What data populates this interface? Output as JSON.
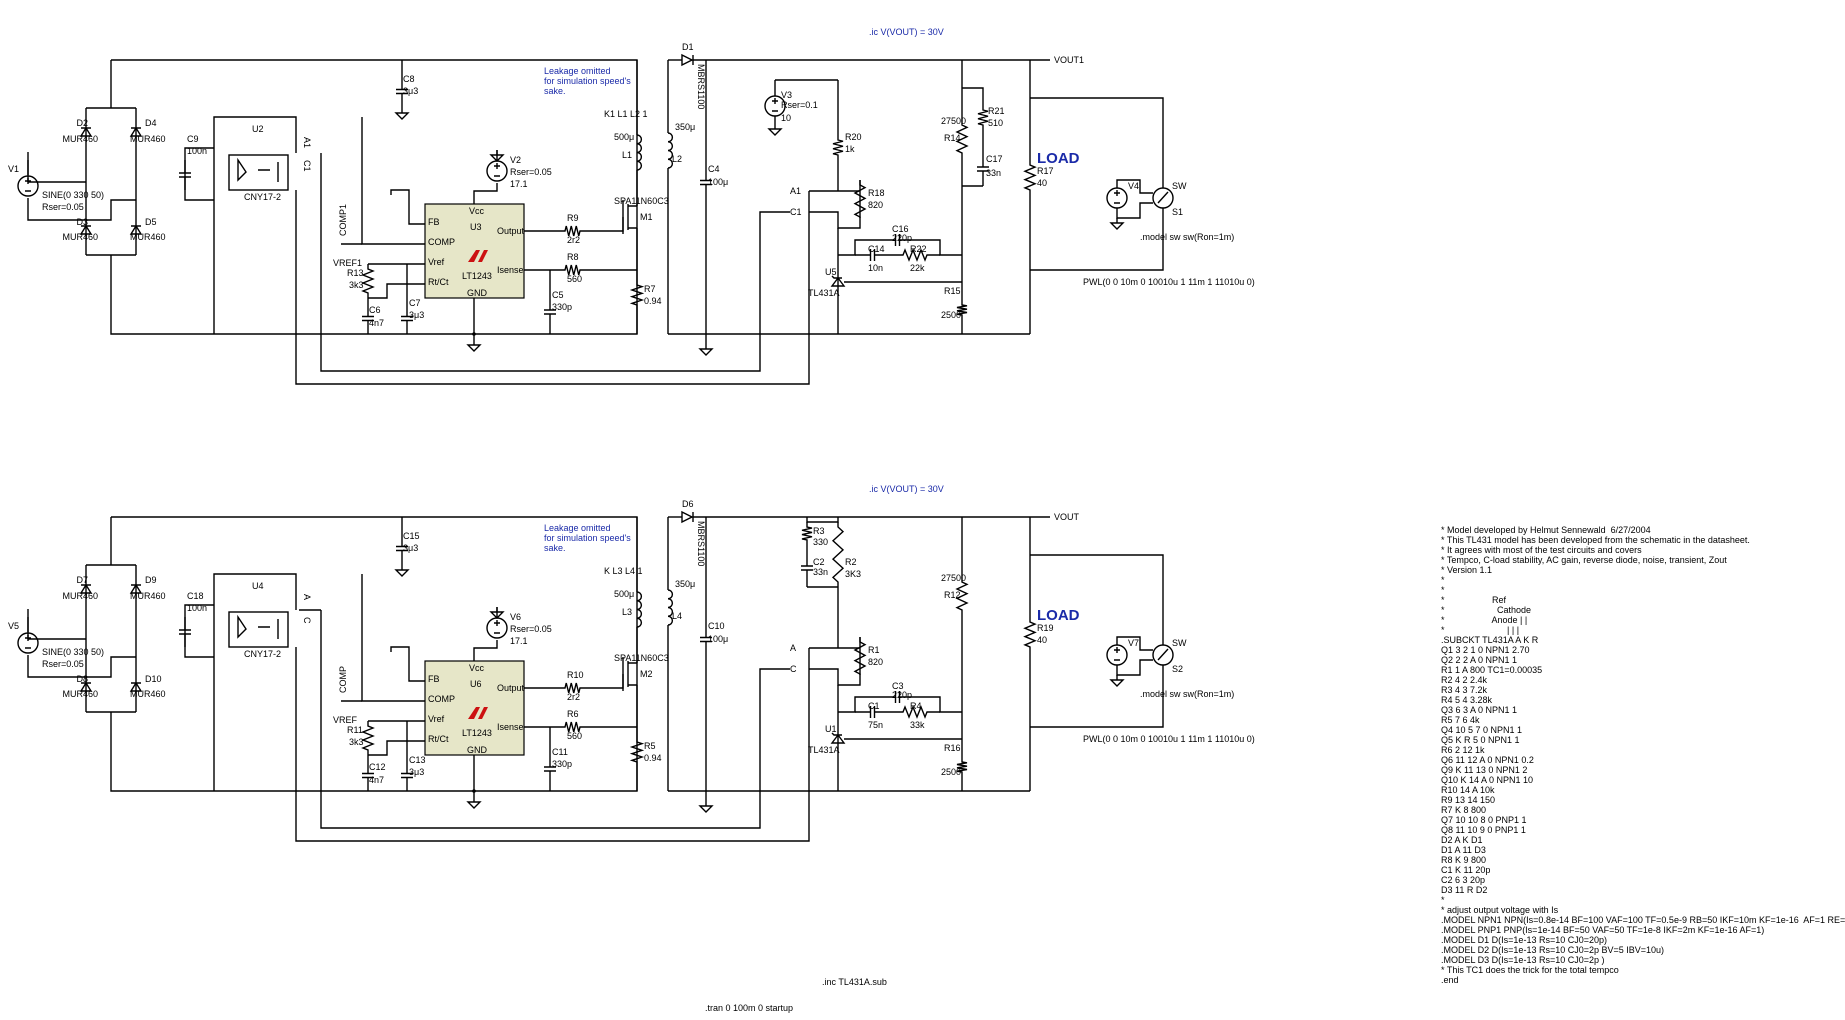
{
  "top": {
    "ic": ".ic V(VOUT) = 30V",
    "net_vout": "VOUT1",
    "leak": [
      "Leakage omitted",
      "for simulation speed's",
      "sake."
    ],
    "coupling": "K1 L1 L2 1",
    "load": "LOAD",
    "pwl": "PWL(0 0 10m 0 10010u 1 11m 1 11010u 0)",
    "swmodel": ".model sw sw(Ron=1m)",
    "comp_net": "COMP1",
    "vref_net": "VREF1",
    "a_net": "A1",
    "c_net": "C1",
    "labels": {
      "V1": "V1",
      "V1a": "SINE(0 330 50)",
      "V1b": "Rser=0.05",
      "D2": "D2",
      "D4": "D4",
      "D3": "D3",
      "D5": "D5",
      "diode": "MUR460",
      "C9": "C9",
      "C9v": "100n",
      "U2": "U2",
      "U2m": "CNY17-2",
      "C8": "C8",
      "C8v": "3μ3",
      "V2": "V2",
      "V2a": "Rser=0.05",
      "V2b": "17.1",
      "U3": "U3",
      "U3m": "LT1243",
      "pin_vcc": "Vcc",
      "pin_fb": "FB",
      "pin_comp": "COMP",
      "pin_vref": "Vref",
      "pin_rtct": "Rt/Ct",
      "pin_gnd": "GND",
      "pin_out": "Output",
      "pin_isense": "Isense",
      "R13": "R13",
      "R13v": "3k3",
      "C6": "C6",
      "C6v": "4n7",
      "C7": "C7",
      "C7v": "3μ3",
      "R9": "R9",
      "R9v": "2r2",
      "R8": "R8",
      "R8v": "560",
      "C5": "C5",
      "C5v": "330p",
      "M1": "M1",
      "Mm": "SPA11N60C3",
      "R7": "R7",
      "R7v": "0.94",
      "L1": "L1",
      "L1v": "500μ",
      "L2": "L2",
      "L2v": "350μ",
      "D1": "D1",
      "D1m": "MBRS1100",
      "C4": "C4",
      "C4v": "100μ",
      "V3": "V3",
      "V3a": "Rser=0.1",
      "V3b": "10",
      "R20": "R20",
      "R20v": "1k",
      "R18": "R18",
      "R18v": "820",
      "C16": "C16",
      "C16v": "220p",
      "C14": "C14",
      "C14v": "10n",
      "R22": "R22",
      "R22v": "22k",
      "U5": "U5",
      "U5m": "TL431A",
      "R14": "R14",
      "R14v": "27500",
      "R21": "R21",
      "R21v": "510",
      "C17": "C17",
      "C17v": "33n",
      "R15": "R15",
      "R15v": "2500",
      "R17": "R17",
      "R17v": "40",
      "V4": "V4",
      "SW": "SW",
      "S1": "S1"
    }
  },
  "bottom": {
    "ic": ".ic V(VOUT) = 30V",
    "net_vout": "VOUT",
    "leak": [
      "Leakage omitted",
      "for simulation speed's",
      "sake."
    ],
    "coupling": "K L3 L4 1",
    "load": "LOAD",
    "pwl": "PWL(0 0 10m 0 10010u 1 11m 1 11010u 0)",
    "swmodel": ".model sw sw(Ron=1m)",
    "comp_net": "COMP",
    "vref_net": "VREF",
    "a_net": "A",
    "c_net": "C",
    "inc": ".inc TL431A.sub",
    "tran": ".tran 0 100m 0 startup",
    "labels": {
      "V1": "V5",
      "V1a": "SINE(0 330 50)",
      "V1b": "Rser=0.05",
      "D2": "D7",
      "D4": "D9",
      "D3": "D8",
      "D5": "D10",
      "diode": "MUR460",
      "C9": "C18",
      "C9v": "100n",
      "U2": "U4",
      "U2m": "CNY17-2",
      "C8": "C15",
      "C8v": "3μ3",
      "V2": "V6",
      "V2a": "Rser=0.05",
      "V2b": "17.1",
      "U3": "U6",
      "U3m": "LT1243",
      "pin_vcc": "Vcc",
      "pin_fb": "FB",
      "pin_comp": "COMP",
      "pin_vref": "Vref",
      "pin_rtct": "Rt/Ct",
      "pin_gnd": "GND",
      "pin_out": "Output",
      "pin_isense": "Isense",
      "R13": "R11",
      "R13v": "3k3",
      "C6": "C12",
      "C6v": "4n7",
      "C7": "C13",
      "C7v": "3μ3",
      "R9": "R10",
      "R9v": "2r2",
      "R8": "R6",
      "R8v": "560",
      "C5": "C11",
      "C5v": "330p",
      "M1": "M2",
      "Mm": "SPA11N60C3",
      "R7": "R5",
      "R7v": "0.94",
      "L1": "L3",
      "L1v": "500μ",
      "L2": "L4",
      "L2v": "350μ",
      "D1": "D6",
      "D1m": "MBRS1100",
      "C4": "C10",
      "C4v": "100μ",
      "R3": "R3",
      "R3v": "330",
      "C2": "C2",
      "C2v": "33n",
      "R2": "R2",
      "R2v": "3K3",
      "R18": "R1",
      "R18v": "820",
      "C16": "C3",
      "C16v": "220p",
      "C14": "C1",
      "C14v": "75n",
      "R22": "R4",
      "R22v": "33k",
      "U5": "U1",
      "U5m": "TL431A",
      "R14": "R12",
      "R14v": "27500",
      "R15": "R16",
      "R15v": "2500",
      "R17": "R19",
      "R17v": "40",
      "V4": "V7",
      "SW": "SW",
      "S1": "S2"
    }
  },
  "spice_lines": [
    "* Model developed by Helmut Sennewald  6/27/2004",
    "* This TL431 model has been developed from the schematic in the datasheet.",
    "* It agrees with most of the test circuits and covers",
    "* Tempco, C-load stability, AC gain, reverse diode, noise, transient, Zout",
    "* Version 1.1",
    "*",
    "*",
    "*                   Ref",
    "*                     Cathode",
    "*                   Anode | |",
    "*                         | | |",
    ".SUBCKT TL431A A K R",
    "Q1 3 2 1 0 NPN1 2.70",
    "Q2 2 2 A 0 NPN1 1",
    "R1 1 A 800 TC1=0.00035",
    "R2 4 2 2.4k",
    "R3 4 3 7.2k",
    "R4 5 4 3.28k",
    "Q3 6 3 A 0 NPN1 1",
    "R5 7 6 4k",
    "Q4 10 5 7 0 NPN1 1",
    "Q5 K R 5 0 NPN1 1",
    "R6 2 12 1k",
    "Q6 11 12 A 0 NPN1 0.2",
    "Q9 K 11 13 0 NPN1 2",
    "Q10 K 14 A 0 NPN1 10",
    "R10 14 A 10k",
    "R9 13 14 150",
    "R7 K 8 800",
    "Q7 10 10 8 0 PNP1 1",
    "Q8 11 10 9 0 PNP1 1",
    "D2 A K D1",
    "D1 A 11 D3",
    "R8 K 9 800",
    "C1 K 11 20p",
    "C2 6 3 20p",
    "D3 11 R D2",
    "*",
    "* adjust output voltage with Is",
    ".MODEL NPN1 NPN(Is=0.8e-14 BF=100 VAF=100 TF=0.5e-9 RB=50 IKF=10m KF=1e-16  AF=1 RE=",
    ".MODEL PNP1 PNP(Is=1e-14 BF=50 VAF=50 TF=1e-8 IKF=2m KF=1e-16 AF=1)",
    ".MODEL D1 D(Is=1e-13 Rs=10 CJ0=20p)",
    ".MODEL D2 D(Is=1e-13 Rs=10 CJ0=2p BV=5 IBV=10u)",
    ".MODEL D3 D(Is=1e-13 Rs=10 CJ0=2p )",
    "* This TC1 does the trick for the total tempco",
    ".end"
  ]
}
